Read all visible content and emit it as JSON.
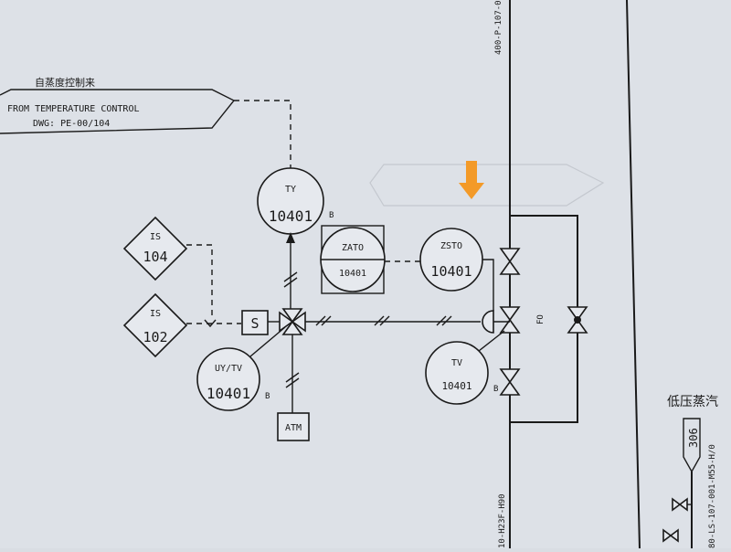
{
  "banner": {
    "cn": "自蒸度控制来",
    "line1": "FROM TEMPERATURE CONTROL",
    "line2": "DWG: PE-00/104"
  },
  "bubbles": {
    "ty": {
      "tag": "TY",
      "num": "10401",
      "suffix": "B"
    },
    "uytv": {
      "tag": "UY/TV",
      "num": "10401",
      "suffix": "B"
    },
    "zsto": {
      "tag": "ZSTO",
      "num": "10401"
    },
    "tv": {
      "tag": "TV",
      "num": "10401",
      "suffix": "B"
    }
  },
  "zato": {
    "tag": "ZATO",
    "num": "10401"
  },
  "interlocks": {
    "is104": {
      "tag": "IS",
      "num": "104"
    },
    "is102": {
      "tag": "IS",
      "num": "102"
    }
  },
  "solenoid": {
    "label": "S"
  },
  "atm": {
    "label": "ATM"
  },
  "fo_label": "FO",
  "pipe_label_top": "400-P-107-0",
  "pipe_label_bottom": "10-H23F-H90",
  "steam": {
    "cn": "低压蒸汽",
    "box": "306",
    "line": "80-LS-107-001-M55-H/0"
  },
  "arrow_color": "#f39a28"
}
